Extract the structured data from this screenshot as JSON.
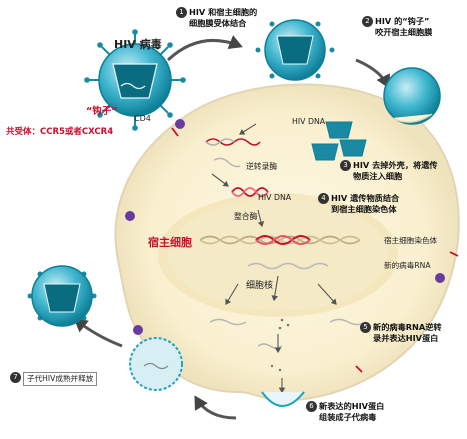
{
  "labels": {
    "hiv_virus": "HIV 病毒",
    "hook": "“钩子”",
    "cd4": "CD4",
    "coreceptor": "共受体：CCR5或者CXCR4",
    "hiv_dna_top": "HIV DNA",
    "reverse_transcriptase": "逆转录酶",
    "hiv_dna_mid": "HIV DNA",
    "integrase": "整合酶",
    "host_cell": "宿主细胞",
    "host_chromosome": "宿主细胞染色体",
    "new_viral_rna": "新的病毒RNA",
    "nucleus": "细胞核"
  },
  "steps": [
    {
      "number": "1",
      "lines": [
        "HIV 和宿主细胞的",
        "细胞膜受体结合"
      ]
    },
    {
      "number": "2",
      "lines": [
        "HIV 的“钩子”",
        "咬开宿主细胞膜"
      ]
    },
    {
      "number": "3",
      "lines": [
        "HIV 去掉外壳，将遗传",
        "物质注入细胞"
      ]
    },
    {
      "number": "4",
      "lines": [
        "HIV 遗传物质结合",
        "到宿主细胞染色体"
      ]
    },
    {
      "number": "5",
      "lines": [
        "新的病毒RNA逆转",
        "录并表达HIV蛋白"
      ]
    },
    {
      "number": "6",
      "lines": [
        "新表达的HIV蛋白",
        "组装成子代病毒"
      ]
    },
    {
      "number": "7",
      "lines": [
        "子代HIV成熟并释放"
      ]
    }
  ],
  "colors": {
    "accent_red": "#c8102e",
    "virus_teal": "#1fa3bd",
    "virus_dark": "#0d7f97",
    "cell_fill": "#fbf3d6",
    "cell_border": "#e7dcc0",
    "nucleus_fill": "#f3e7bf",
    "receptor_purple": "#6b3aa0"
  }
}
